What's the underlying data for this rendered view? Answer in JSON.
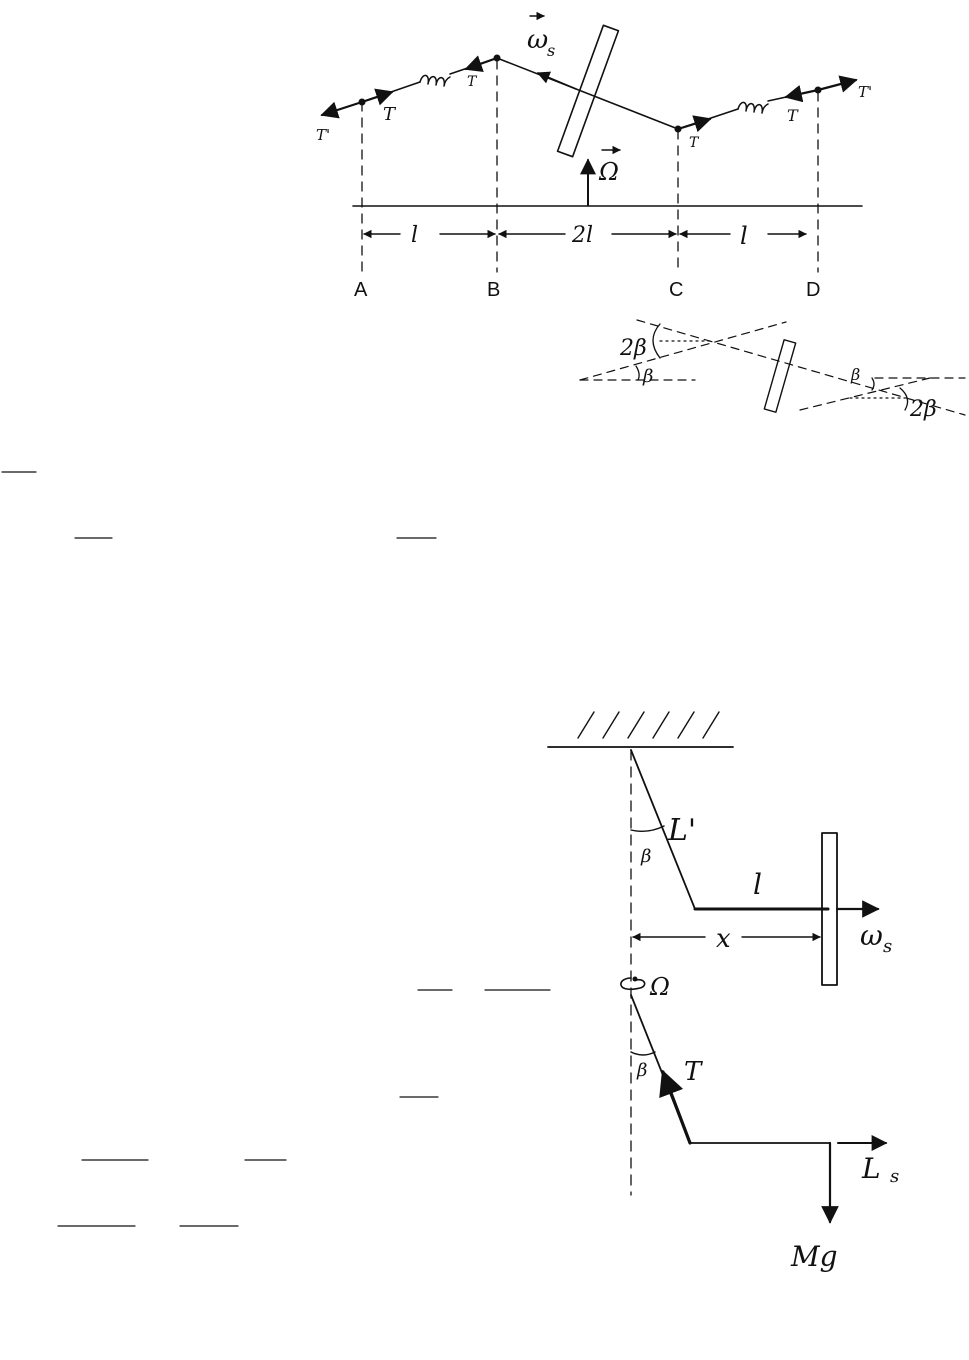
{
  "diagram_top": {
    "label_omega_s": "ω",
    "label_omega_s_sub": "s",
    "label_Omega": "Ω",
    "label_T": "T",
    "label_T_prime": "T'",
    "dim_l": "l",
    "dim_2l": "2l",
    "points": [
      "A",
      "B",
      "C",
      "D"
    ]
  },
  "diagram_angles": {
    "label_2beta": "2β",
    "label_beta": "β"
  },
  "diagram_pendulum": {
    "label_L_prime": "L'",
    "label_beta": "β",
    "label_l": "l",
    "label_x": "x",
    "label_omega": "ω",
    "label_omega_sub": "s"
  },
  "diagram_forces": {
    "label_Omega": "Ω",
    "label_beta": "β",
    "label_T": "T",
    "label_L": "L",
    "label_L_sub": "s",
    "label_Mg": "Mg"
  }
}
